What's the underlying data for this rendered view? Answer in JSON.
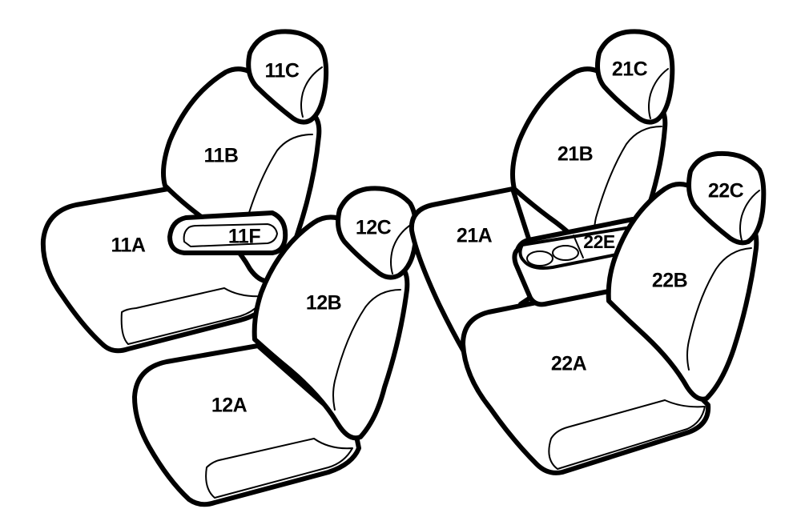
{
  "colors": {
    "line": "#000000",
    "fill": "#ffffff"
  },
  "labels": {
    "s11c": "11C",
    "s11b": "11B",
    "s11a": "11A",
    "s11f": "11F",
    "s12c": "12C",
    "s12b": "12B",
    "s12a": "12A",
    "s21c": "21C",
    "s21b": "21B",
    "s21a": "21A",
    "s22e": "22E",
    "s22c": "22C",
    "s22b": "22B",
    "s22a": "22A"
  }
}
